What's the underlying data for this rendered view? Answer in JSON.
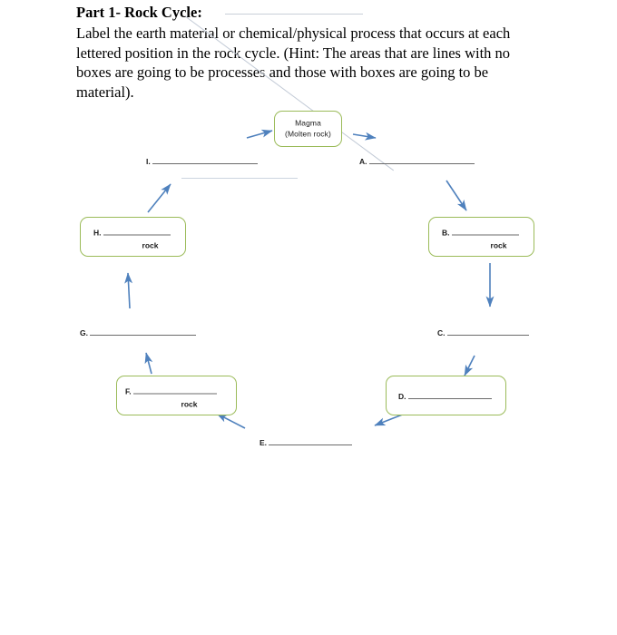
{
  "document": {
    "title": "Part 1- Rock Cycle:",
    "instructions": "Label the earth material or chemical/physical process that occurs at each lettered position in the rock cycle.  (Hint: The areas that are lines with no boxes are going to be processes and those with boxes are going to be material)."
  },
  "colors": {
    "box_border": "#9bbb59",
    "arrow": "#4f81bd",
    "rule": "#6b6b6b",
    "faint_rule": "#c9cfd8",
    "text": "#000000"
  },
  "diagram": {
    "center_box": {
      "name": "magma-box",
      "line1": "Magma",
      "line2": "(Molten rock)"
    },
    "material_boxes": [
      {
        "letter": "H.",
        "sublabel": "rock",
        "value": ""
      },
      {
        "letter": "B.",
        "sublabel": "rock",
        "value": ""
      },
      {
        "letter": "F.",
        "sublabel": "rock",
        "value": ""
      },
      {
        "letter": "D.",
        "sublabel": "",
        "value": ""
      }
    ],
    "process_slots": [
      {
        "letter": "I.",
        "value": ""
      },
      {
        "letter": "A.",
        "value": ""
      },
      {
        "letter": "G.",
        "value": ""
      },
      {
        "letter": "C.",
        "value": ""
      },
      {
        "letter": "E.",
        "value": ""
      }
    ]
  }
}
